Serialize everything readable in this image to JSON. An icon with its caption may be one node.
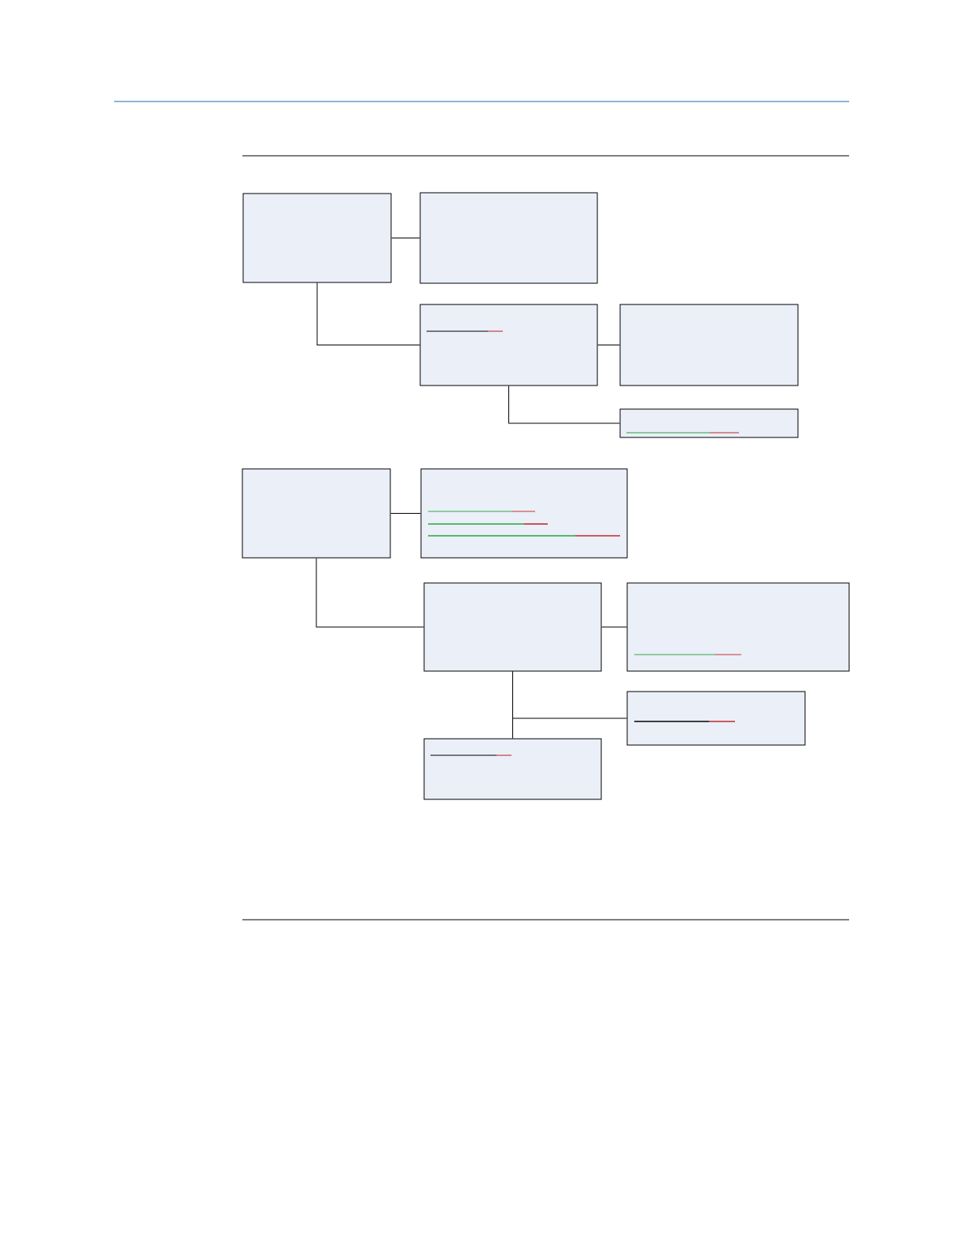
{
  "diagram": {
    "nodes": [
      {
        "text": [],
        "shape": "box"
      },
      {
        "text": [],
        "shape": "box"
      },
      {
        "text": [],
        "shape": "box"
      },
      {
        "text": [],
        "shape": "box"
      },
      {
        "text": [],
        "shape": "box"
      },
      {
        "text": [],
        "shape": "box"
      },
      {
        "text": [],
        "shape": "box"
      },
      {
        "text": [],
        "shape": "box"
      },
      {
        "text": [],
        "shape": "box"
      },
      {
        "text": [],
        "shape": "box"
      },
      {
        "text": [],
        "shape": "box"
      }
    ],
    "edges": [
      {
        "from": 0,
        "to": 1,
        "arrow": "none"
      },
      {
        "from": 0,
        "to": 2,
        "arrow": "none"
      },
      {
        "from": 2,
        "to": 3,
        "arrow": "none"
      },
      {
        "from": 2,
        "to": 4,
        "arrow": "none"
      },
      {
        "from": 5,
        "to": 6,
        "arrow": "none"
      },
      {
        "from": 5,
        "to": 7,
        "arrow": "none"
      },
      {
        "from": 7,
        "to": 8,
        "arrow": "none"
      },
      {
        "from": 7,
        "to": 9,
        "arrow": "none"
      },
      {
        "from": 7,
        "to": 10,
        "arrow": "none"
      }
    ]
  }
}
